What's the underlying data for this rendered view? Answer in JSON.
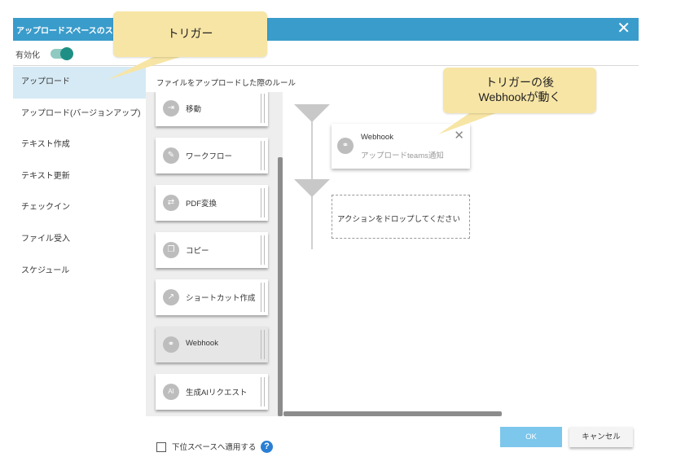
{
  "dialog": {
    "title": "アップロードスペースのスマートルール",
    "close_label": "✕"
  },
  "toggle": {
    "label": "有効化",
    "state": "on"
  },
  "sidebar": {
    "items": [
      {
        "label": "アップロード"
      },
      {
        "label": "アップロード(バージョンアップ)"
      },
      {
        "label": "テキスト作成"
      },
      {
        "label": "テキスト更新"
      },
      {
        "label": "チェックイン"
      },
      {
        "label": "ファイル受入"
      },
      {
        "label": "スケジュール"
      }
    ]
  },
  "rules_title": "ファイルをアップロードした際のルール",
  "palette": {
    "items": [
      {
        "label": "移動",
        "icon": "move-icon",
        "glyph": "⇥"
      },
      {
        "label": "ワークフロー",
        "icon": "workflow-icon",
        "glyph": "✎"
      },
      {
        "label": "PDF変換",
        "icon": "pdf-convert-icon",
        "glyph": "⇄"
      },
      {
        "label": "コピー",
        "icon": "copy-icon",
        "glyph": "❐"
      },
      {
        "label": "ショートカット作成",
        "icon": "shortcut-icon",
        "glyph": "↗"
      },
      {
        "label": "Webhook",
        "icon": "webhook-icon",
        "glyph": "⚭"
      },
      {
        "label": "生成AIリクエスト",
        "icon": "ai-request-icon",
        "glyph": "AI"
      }
    ]
  },
  "action_card": {
    "name": "Webhook",
    "subtitle": "アップロードteams通知",
    "icon": "webhook-icon",
    "glyph": "⚭",
    "close": "✕"
  },
  "drop_zone": "アクションをドロップしてください",
  "callouts": {
    "trigger": "トリガー",
    "after_line1": "トリガーの後",
    "after_line2": "Webhookが動く"
  },
  "footer": {
    "apply_sub": "下位スペースへ適用する",
    "help": "?",
    "ok": "OK",
    "cancel": "キャンセル"
  },
  "colors": {
    "titlebar": "#3a9ccb",
    "toggle": "#1f8f85",
    "active_item": "#d6eaf5",
    "callout": "#f7e5a5",
    "ok_button": "#7dc6ec"
  }
}
